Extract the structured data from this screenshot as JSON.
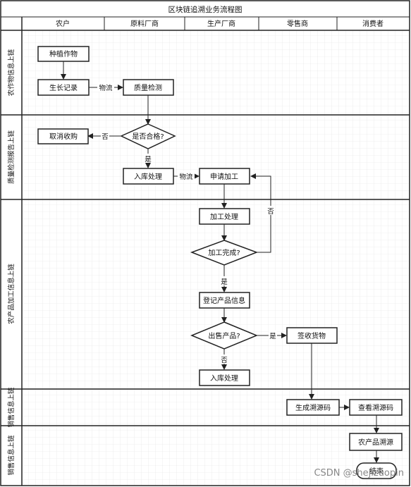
{
  "title": "区块链追溯业务流程图",
  "columns": [
    "农户",
    "原料厂商",
    "生产厂商",
    "零售商",
    "消费者"
  ],
  "lanes": [
    "农作物信息上链",
    "质量检测报告上链",
    "农产品加工信息上链",
    "销售信息上链",
    "销售信息上链"
  ],
  "nodes": {
    "plant": "种植作物",
    "growth": "生长记录",
    "quality": "质量检测",
    "qualified": "是否合格?",
    "cancel": "取消收购",
    "stock1": "入库处理",
    "apply": "申请加工",
    "process": "加工处理",
    "done": "加工完成?",
    "register": "登记产品信息",
    "sell": "出售产品?",
    "sign": "签收货物",
    "stock2": "入库处理",
    "gencode": "生成溯源码",
    "viewcode": "查看溯源码",
    "trace": "农产品溯源",
    "end": "结束"
  },
  "edge_labels": {
    "logistics1": "物流",
    "logistics2": "物流",
    "no1": "否",
    "yes1": "是",
    "no2": "否",
    "yes2": "是",
    "yes3": "是",
    "no3": "否"
  },
  "watermark": "CSDN @shejizuopin"
}
